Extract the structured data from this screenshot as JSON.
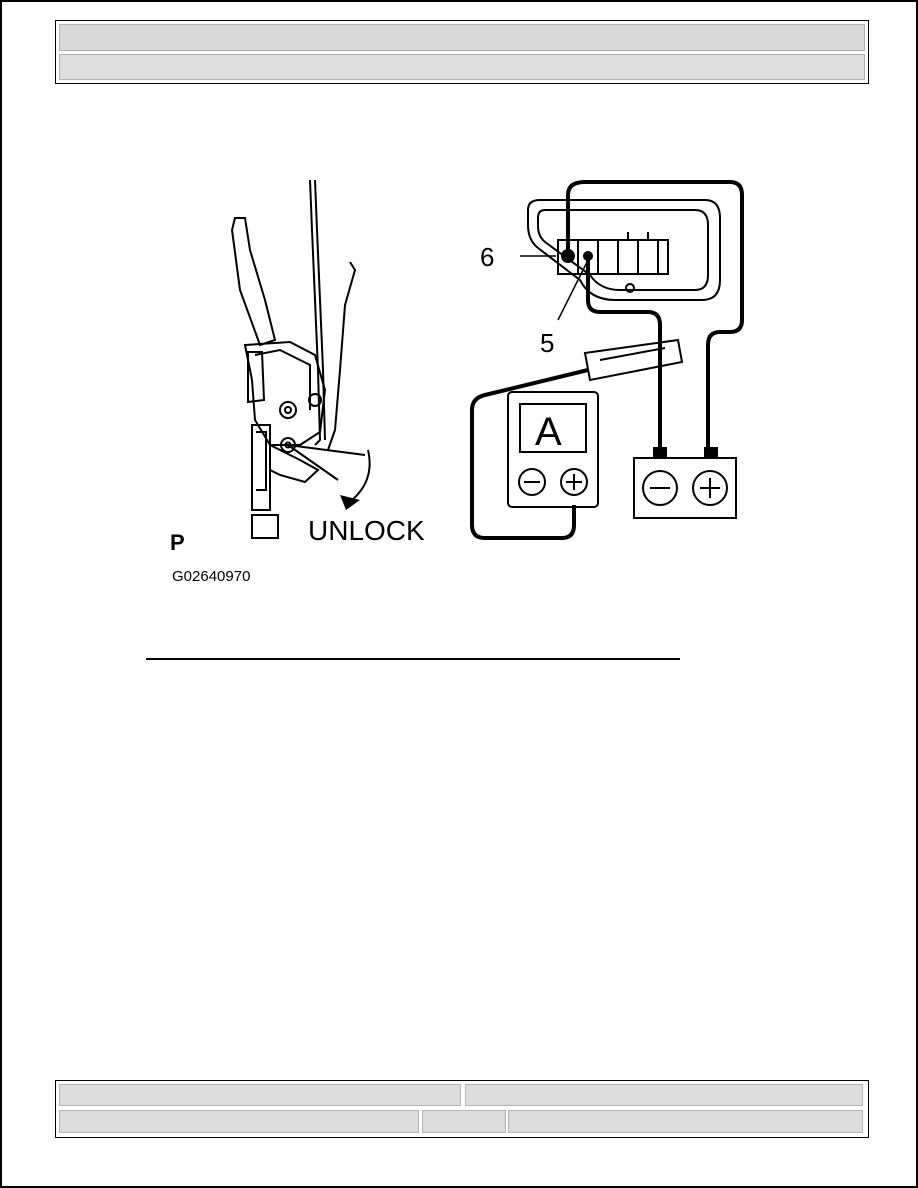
{
  "header": {
    "title": "",
    "subtitle": ""
  },
  "figure": {
    "labels": {
      "terminal_6": "6",
      "terminal_5": "5",
      "unlock": "UNLOCK",
      "p_mark": "P",
      "ammeter": "A"
    },
    "caption": "G02640970"
  },
  "footer": {
    "top_left": "",
    "top_right": "",
    "bottom_left": "",
    "bottom_mid": "",
    "bottom_right": ""
  }
}
